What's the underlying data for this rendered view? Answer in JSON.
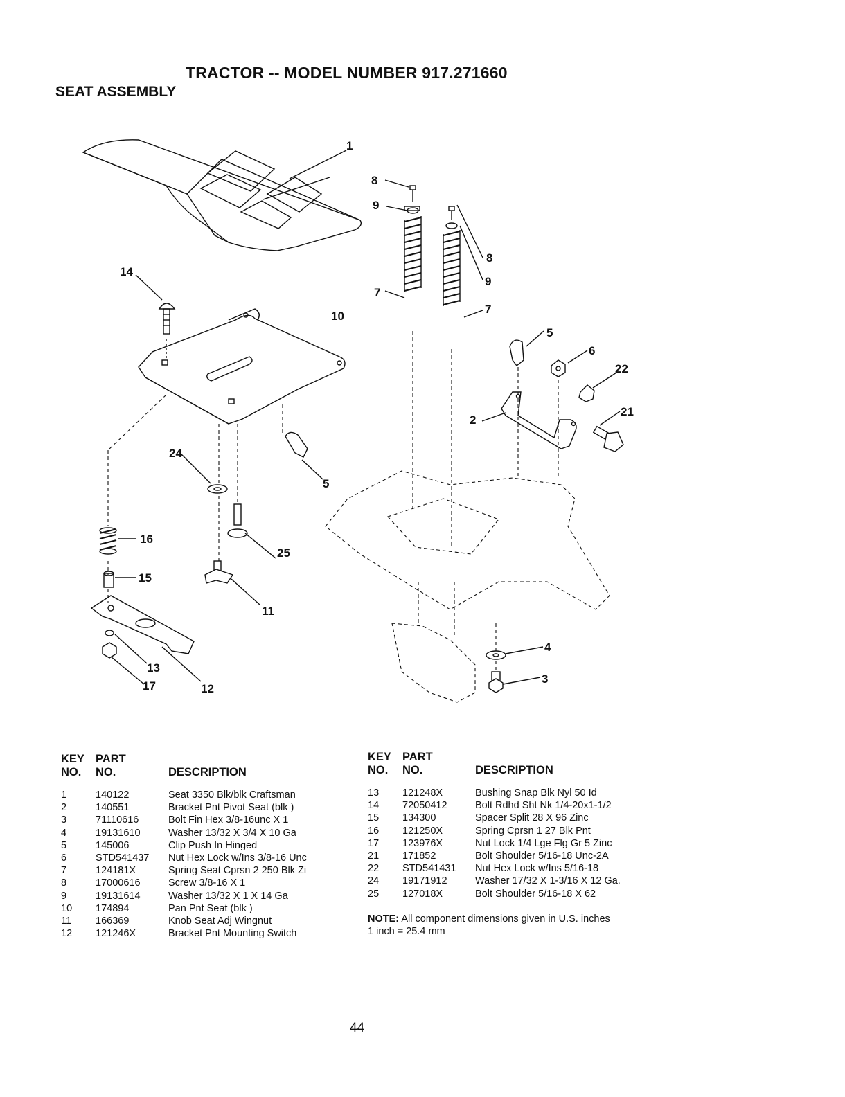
{
  "header": {
    "title": "TRACTOR -- MODEL NUMBER 917.271660",
    "subtitle": "SEAT ASSEMBLY"
  },
  "diagram": {
    "callouts": [
      "1",
      "8",
      "9",
      "8",
      "9",
      "7",
      "7",
      "14",
      "10",
      "5",
      "6",
      "22",
      "2",
      "21",
      "24",
      "5",
      "16",
      "25",
      "15",
      "11",
      "13",
      "17",
      "12",
      "4",
      "3"
    ]
  },
  "table_headers": {
    "key_line1": "KEY",
    "key_line2": "NO.",
    "part_line1": "PART",
    "part_line2": "NO.",
    "description": "DESCRIPTION"
  },
  "parts_left": [
    {
      "key": "1",
      "part": "140122",
      "desc": "Seat 3350 Blk/blk Craftsman"
    },
    {
      "key": "2",
      "part": "140551",
      "desc": "Bracket Pnt Pivot Seat (blk )"
    },
    {
      "key": "3",
      "part": "71110616",
      "desc": "Bolt Fin Hex 3/8-16unc X 1"
    },
    {
      "key": "4",
      "part": "19131610",
      "desc": "Washer 13/32 X 3/4 X 10 Ga"
    },
    {
      "key": "5",
      "part": "145006",
      "desc": "Clip Push In Hinged"
    },
    {
      "key": "6",
      "part": "STD541437",
      "desc": "Nut Hex Lock w/Ins 3/8-16 Unc"
    },
    {
      "key": "7",
      "part": "124181X",
      "desc": "Spring Seat Cprsn 2 250 Blk Zi"
    },
    {
      "key": "8",
      "part": "17000616",
      "desc": "Screw 3/8-16 X 1"
    },
    {
      "key": "9",
      "part": "19131614",
      "desc": "Washer 13/32 X 1 X 14 Ga"
    },
    {
      "key": "10",
      "part": "174894",
      "desc": "Pan Pnt Seat (blk )"
    },
    {
      "key": "11",
      "part": "166369",
      "desc": "Knob Seat Adj Wingnut"
    },
    {
      "key": "12",
      "part": "121246X",
      "desc": "Bracket Pnt Mounting Switch"
    }
  ],
  "parts_right": [
    {
      "key": "13",
      "part": "121248X",
      "desc": "Bushing Snap Blk Nyl 50 Id"
    },
    {
      "key": "14",
      "part": "72050412",
      "desc": "Bolt Rdhd Sht Nk 1/4-20x1-1/2"
    },
    {
      "key": "15",
      "part": "134300",
      "desc": "Spacer Split 28 X 96 Zinc"
    },
    {
      "key": "16",
      "part": "121250X",
      "desc": "Spring Cprsn 1 27 Blk Pnt"
    },
    {
      "key": "17",
      "part": "123976X",
      "desc": "Nut Lock 1/4 Lge Flg Gr 5 Zinc"
    },
    {
      "key": "21",
      "part": "171852",
      "desc": "Bolt Shoulder 5/16-18 Unc-2A"
    },
    {
      "key": "22",
      "part": "STD541431",
      "desc": "Nut Hex Lock w/Ins 5/16-18"
    },
    {
      "key": "24",
      "part": "19171912",
      "desc": "Washer 17/32 X 1-3/16 X 12 Ga."
    },
    {
      "key": "25",
      "part": "127018X",
      "desc": "Bolt Shoulder 5/16-18 X 62"
    }
  ],
  "note": {
    "label": "NOTE:",
    "text": " All component dimensions given in U.S. inches",
    "line2": "1 inch = 25.4 mm"
  },
  "page_number": "44"
}
